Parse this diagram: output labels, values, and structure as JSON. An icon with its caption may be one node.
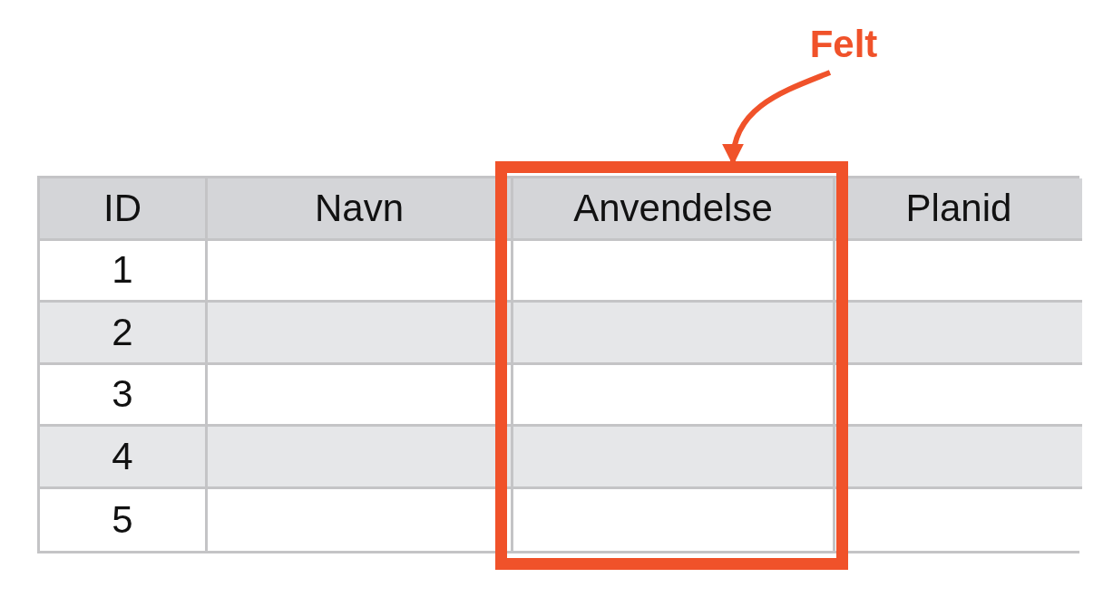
{
  "diagram": {
    "nodes": [
      {
        "text": [
          "Felt"
        ]
      },
      {
        "text": [],
        "shape": "box"
      }
    ],
    "edges": [
      {
        "from": 0,
        "to": 1,
        "arrow": "to"
      }
    ],
    "labels": [
      "ID",
      "Navn",
      "Anvendelse",
      "Planid",
      "1",
      "2",
      "3",
      "4",
      "5"
    ]
  }
}
